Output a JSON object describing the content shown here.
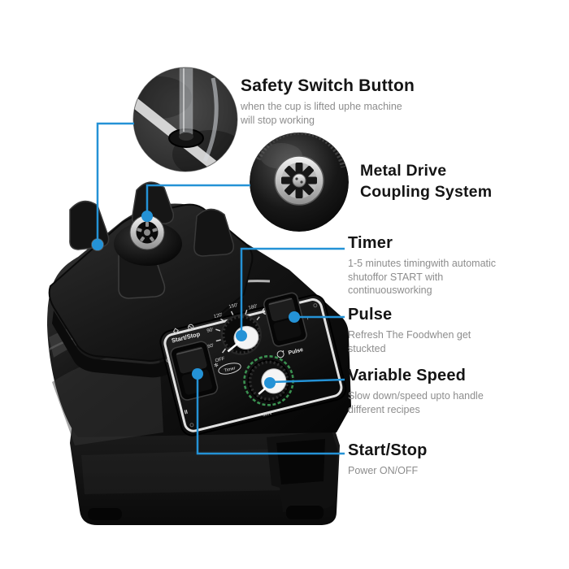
{
  "palette": {
    "accent_blue": "#2492d6",
    "heading_text": "#141414",
    "description_text": "#8d8d8d",
    "speed_ring_green": "#3f9e58",
    "body_black": "#0d0d0d"
  },
  "callouts": {
    "safety": {
      "title": "Safety Switch Button",
      "description_lines": [
        "when the cup is lifted uphe machine",
        "will stop working"
      ]
    },
    "coupling": {
      "title_lines": [
        "Metal Drive",
        "Coupling System"
      ]
    },
    "timer": {
      "title": "Timer",
      "description_lines": [
        "1-5 minutes timingwith automatic",
        "shutoffor START with",
        "continuousworking"
      ]
    },
    "pulse": {
      "title": "Pulse",
      "description_lines": [
        "Refresh The Foodwhen get",
        "stuckted"
      ]
    },
    "speed": {
      "title": "Variable Speed",
      "description_lines": [
        "Slow down/speed upto handle",
        "different recipes"
      ]
    },
    "start": {
      "title": "Start/Stop",
      "description_lines": [
        "Power ON/OFF"
      ]
    }
  },
  "panel": {
    "start_stop_label": "Start/Stop",
    "pulse_label": "Pulse",
    "timer_badge": "Timer",
    "min_label": "MIN",
    "timer_scale": [
      "OFF",
      "60'",
      "90'",
      "120'",
      "150'",
      "180'"
    ],
    "switch_marks": {
      "left_top": "O",
      "left_bottom": "II",
      "right_side": "l"
    }
  }
}
